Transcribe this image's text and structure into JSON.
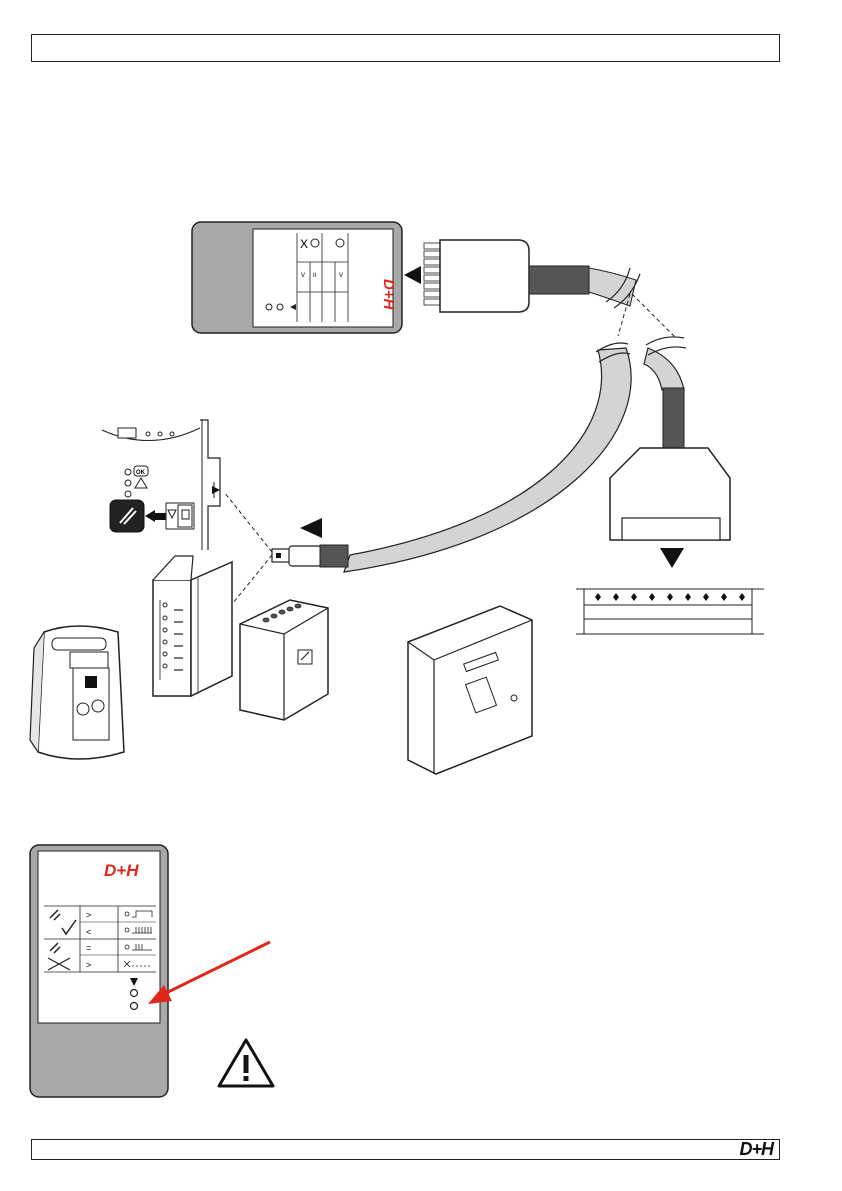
{
  "brand": {
    "logo_text": "D+H",
    "logo_color_red": "#e1261c",
    "logo_color_dark": "#111111"
  },
  "device_top": {
    "labels": {
      "v1": "V",
      "v2": "II",
      "v3": "V"
    }
  },
  "panel_left": {
    "led_labels": {
      "ok": "OK"
    }
  },
  "remote_card": {
    "rows": [
      {
        "symbol": ">"
      },
      {
        "symbol": "<"
      },
      {
        "symbol": "="
      },
      {
        "symbol": ">"
      }
    ]
  },
  "icons": [
    "warning-icon",
    "arrow-left-icon",
    "arrow-down-icon",
    "red-arrow-icon"
  ]
}
